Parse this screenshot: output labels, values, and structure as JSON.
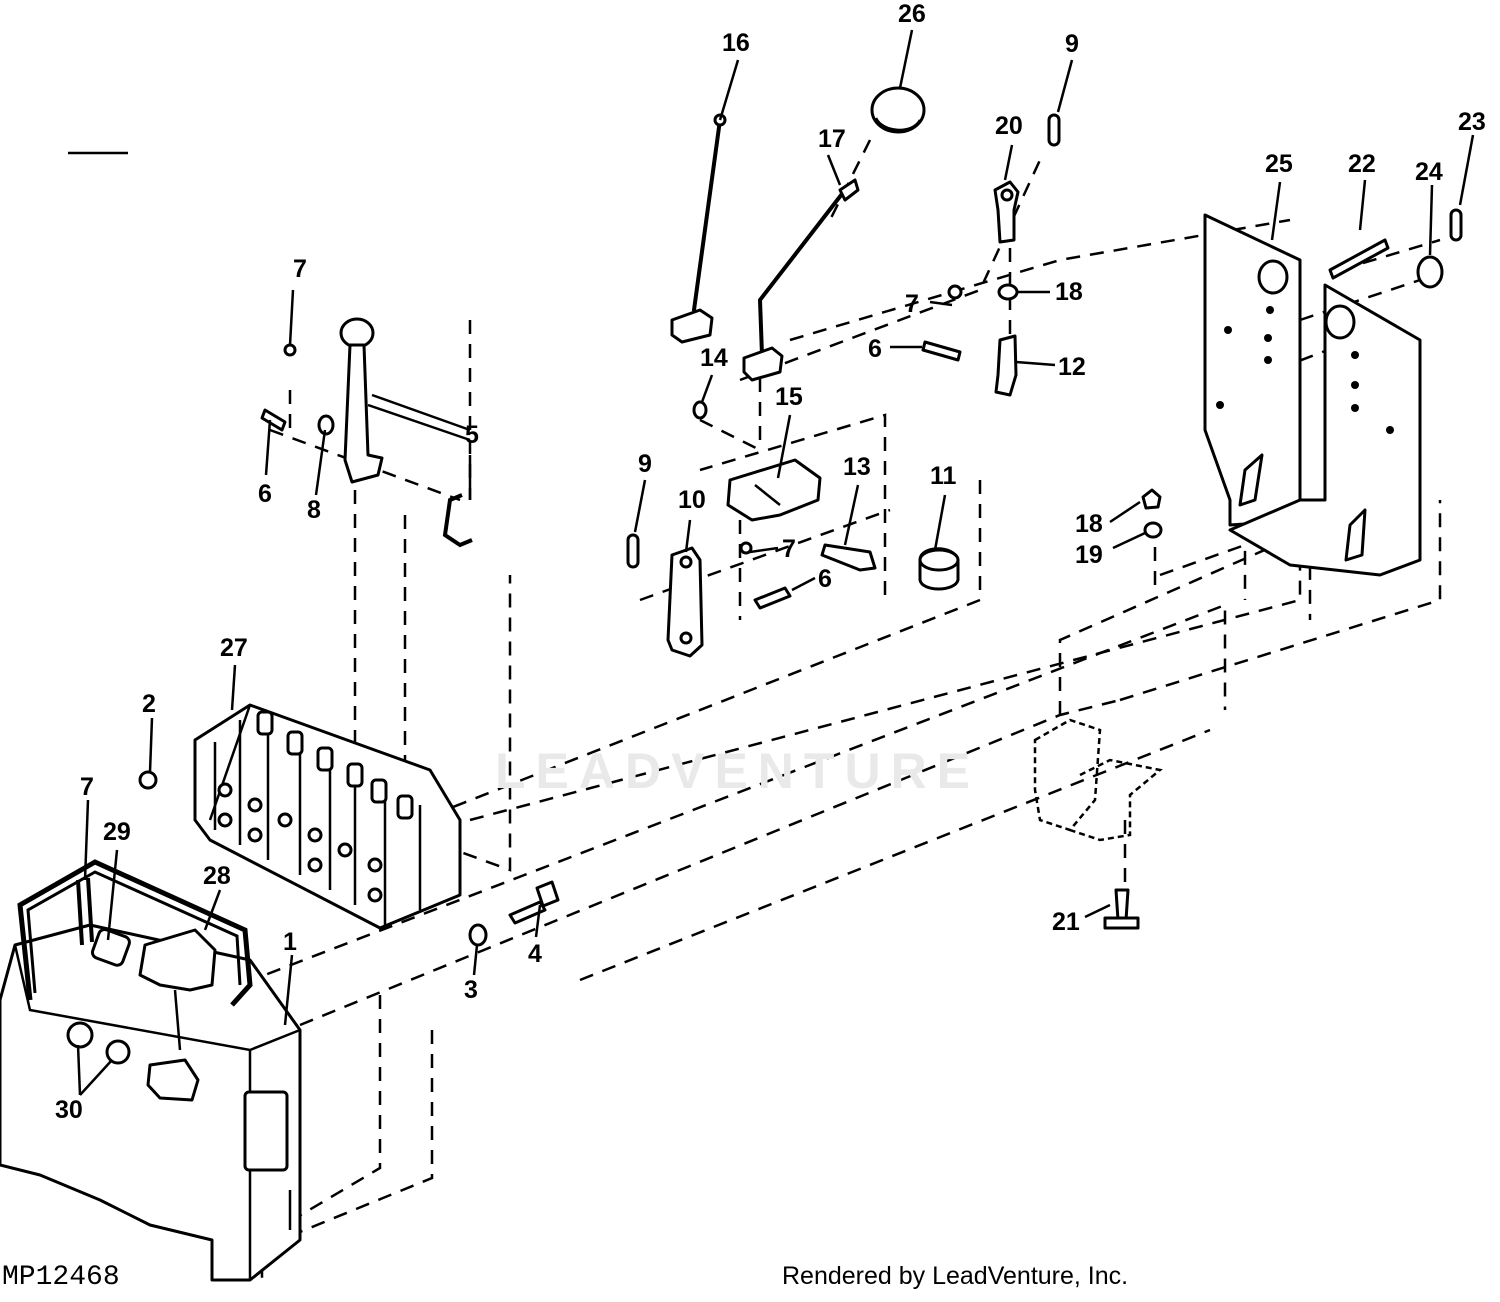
{
  "figure_id": "MP12468",
  "footer_credit": "Rendered by LeadVenture, Inc.",
  "watermark_text": "LEADVENTURE",
  "callouts": {
    "c1": "1",
    "c2": "2",
    "c3": "3",
    "c4": "4",
    "c5": "5",
    "c6a": "6",
    "c6b": "6",
    "c6c": "6",
    "c7a": "7",
    "c7b": "7",
    "c7c": "7",
    "c7d": "7",
    "c8": "8",
    "c9a": "9",
    "c9b": "9",
    "c10": "10",
    "c11": "11",
    "c12": "12",
    "c13": "13",
    "c14": "14",
    "c15": "15",
    "c16": "16",
    "c17": "17",
    "c18a": "18",
    "c18b": "18",
    "c19": "19",
    "c20": "20",
    "c21": "21",
    "c22": "22",
    "c23": "23",
    "c24": "24",
    "c25": "25",
    "c26": "26",
    "c27": "27",
    "c28": "28",
    "c29": "29",
    "c30": "30"
  },
  "colors": {
    "ink": "#000000",
    "paper": "#ffffff",
    "watermark": "#e9e9e9"
  }
}
